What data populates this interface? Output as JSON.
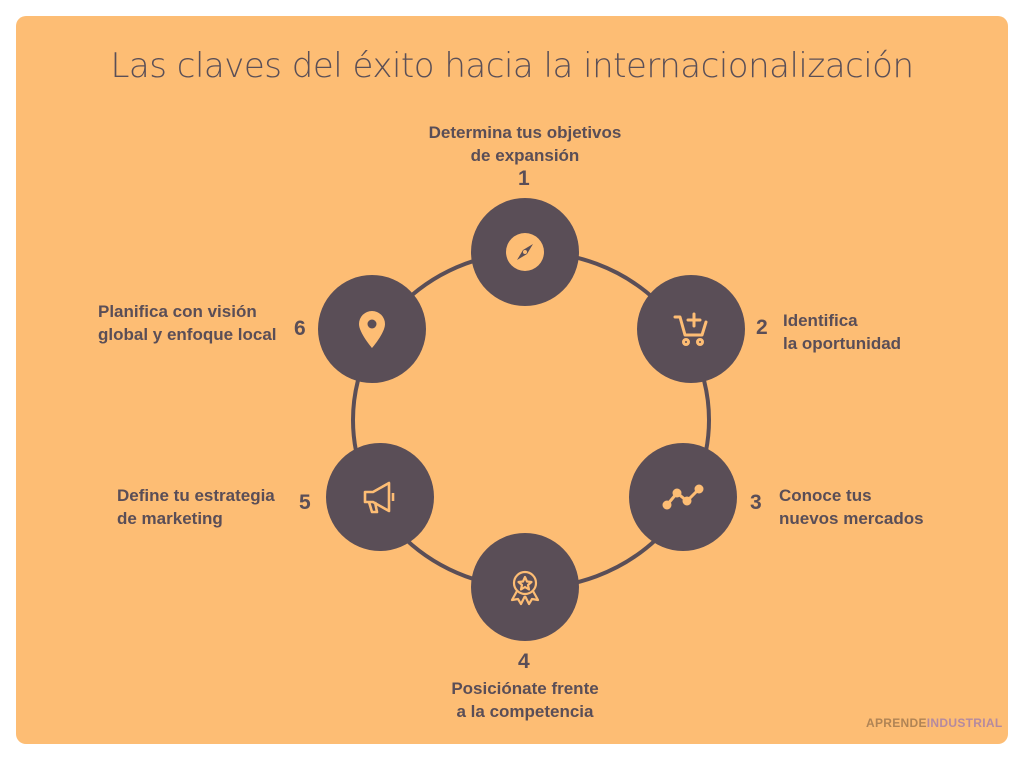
{
  "title": "Las claves del éxito hacia la internacionalización",
  "steps": [
    {
      "number": "1",
      "line1": "Determina tus objetivos",
      "line2": "de expansión",
      "icon": "compass-icon"
    },
    {
      "number": "2",
      "line1": "Identifica",
      "line2": "la oportunidad",
      "icon": "cart-plus-icon"
    },
    {
      "number": "3",
      "line1": "Conoce tus",
      "line2": "nuevos mercados",
      "icon": "trend-line-icon"
    },
    {
      "number": "4",
      "line1": "Posiciónate frente",
      "line2": "a la competencia",
      "icon": "award-badge-icon"
    },
    {
      "number": "5",
      "line1": "Define tu estrategia",
      "line2": "de marketing",
      "icon": "megaphone-icon"
    },
    {
      "number": "6",
      "line1": "Planifica con visión",
      "line2": "global y enfoque local",
      "icon": "map-pin-icon"
    }
  ],
  "logo": {
    "part1": "APRENDE",
    "part2": "INDUSTRIAL"
  },
  "colors": {
    "background": "#FDBD74",
    "dark": "#5A4E57",
    "accent": "#FDBD74"
  }
}
